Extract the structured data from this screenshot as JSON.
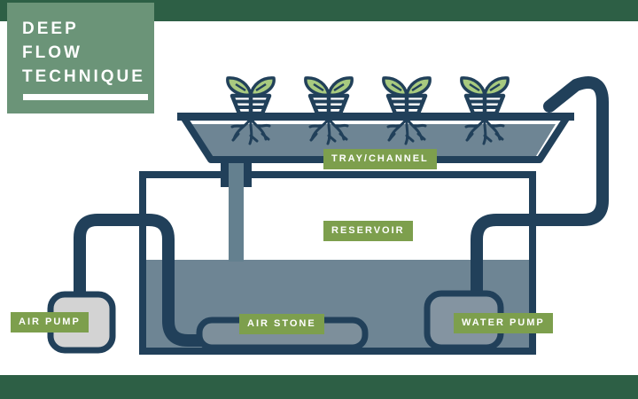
{
  "header": {
    "title_lines": [
      "DEEP",
      "FLOW",
      "TECHNIQUE"
    ]
  },
  "diagram": {
    "labels": {
      "tray_channel": "TRAY/CHANNEL",
      "reservoir": "RESERVOIR",
      "air_stone": "AIR STONE",
      "water_pump": "WATER PUMP",
      "air_pump": "AIR PUMP"
    },
    "plant_count": 4
  },
  "colors": {
    "band-green": "#2d5f45",
    "panel-green": "#6b9478",
    "badge-green": "#7d9f4d",
    "outline-navy": "#21405a",
    "water-blue": "#6e8594",
    "stone-slate": "#7d8f9b",
    "pump-slate": "#8494a1",
    "drain-slate": "#64808f",
    "pump-gray": "#d3d3d3",
    "leaf-green": "#a8ca7f",
    "background": "#ffffff"
  }
}
